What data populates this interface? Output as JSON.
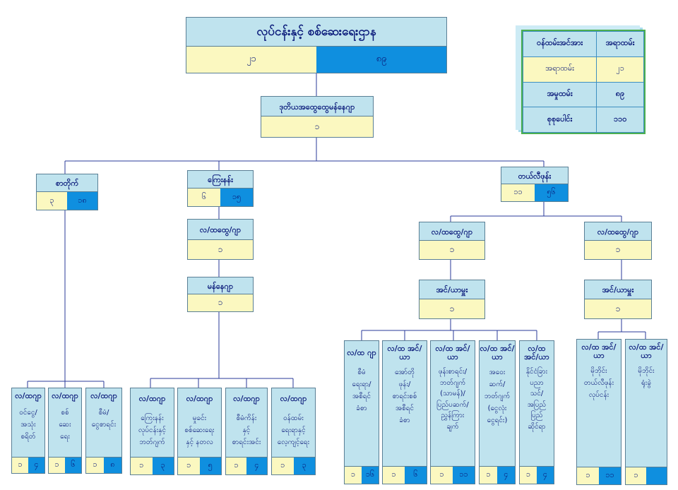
{
  "top": {
    "title": "လုပ်ငန်းနှင့် စစ်ဆေးရေးဌာန",
    "left": "၂၁",
    "right": "၈၉"
  },
  "legend": {
    "header": [
      "ဝန်ထမ်းအင်အား",
      "အရာထမ်း"
    ],
    "rows": [
      {
        "label": "အရာထမ်း",
        "value": "၂၁"
      },
      {
        "label": "အမှုထမ်း",
        "value": "၈၉"
      },
      {
        "label": "စုစုပေါင်း",
        "value": "၁၁၀"
      }
    ]
  },
  "nodes": {
    "deputy": {
      "label": "ဒုတိယအထွေထွေမန်နေဂျာ",
      "value": "၁"
    },
    "sa": {
      "label": "စာတိုက်",
      "a": "၃",
      "b": "၁၈"
    },
    "kyay": {
      "label": "ကြေးနန်း",
      "a": "၆",
      "b": "၁၅"
    },
    "tel": {
      "label": "တယ်လီဖုန်း",
      "a": "၁၁",
      "b": "၅၆"
    },
    "mgr1": {
      "label": "လ/ထထွေ/ဂျာ",
      "value": "၁"
    },
    "mgr2": {
      "label": "မန်နေဂျာ",
      "value": "၁"
    },
    "mgr3": {
      "label": "လ/ထထွေ/ဂျာ",
      "value": "၁"
    },
    "mgr4": {
      "label": "လ/ထထွေ/ဂျာ",
      "value": "၁"
    },
    "eng1": {
      "label": "အင်/ယာမှူး",
      "value": "၁"
    },
    "eng2": {
      "label": "အင်/ယာမှူး",
      "value": "၁"
    }
  },
  "leaves": [
    {
      "header": "လ/ထဂျာ",
      "body": [
        "ဝင်ငွေ/",
        "အသုံး",
        "စရိတ်"
      ],
      "a": "၁",
      "b": "၄"
    },
    {
      "header": "လ/ထဂျာ",
      "body": [
        "စစ်",
        "ဆေး",
        "ရေး"
      ],
      "a": "၁",
      "b": "၆"
    },
    {
      "header": "လ/ထဂျာ",
      "body": [
        "စီမံ/",
        "ငွေစာရင်း"
      ],
      "a": "၁",
      "b": "၈"
    },
    {
      "header": "လ/ထဂျာ",
      "body": [
        "ကြေးနန်း",
        "လုပ်ငန်းနှင့်",
        "ဘတ်ဂျက်"
      ],
      "a": "၁",
      "b": "၃"
    },
    {
      "header": "လ/ထဂျာ",
      "body": [
        "မှုခင်း",
        "စစ်ဆေးရေး",
        "နှင့် နတလ"
      ],
      "a": "၁",
      "b": "၅"
    },
    {
      "header": "လ/ထဂျာ",
      "body": [
        "စီမံကိန်း",
        "နှင့်",
        "စာရင်းအင်း"
      ],
      "a": "၁",
      "b": "၄"
    },
    {
      "header": "လ/ထဂျာ",
      "body": [
        "ဝန်ထမ်း",
        "ရေးရာနှင့်",
        "လေ့ကျင့်ရေး"
      ],
      "a": "၁",
      "b": "၃"
    },
    {
      "header": "လ/ထ ဂျာ",
      "body": [
        "စီမံ",
        "ရေးရာ/",
        "အစီရင်",
        "ခံစာ"
      ],
      "a": "၁",
      "b": "၁၆"
    },
    {
      "header": "လ/ထ အင်/ယာ",
      "body": [
        "အော်တို",
        "ဖုန်း/",
        "စာရင်းစစ်",
        "အစီရင်",
        "ခံစာ"
      ],
      "a": "၁",
      "b": "၆"
    },
    {
      "header": "လ/ထ အင်/ယာ",
      "body": [
        "ဖုန်းစာရင်း/",
        "ဘတ်ဂျက်",
        "(သာမန်)/",
        "ပြည်ပဆက်/",
        "ညွှန်ကြား",
        "ချက်"
      ],
      "a": "၁",
      "b": "၁၁"
    },
    {
      "header": "လ/ထ အင်/ယာ",
      "body": [
        "အဝေး",
        "ဆက်/",
        "ဘတ်ဂျက်",
        "(ငွေလုံး",
        "ငွေရင်း)"
      ],
      "a": "၁",
      "b": "၄"
    },
    {
      "header": "လ/ထ အင်/ယာ",
      "body": [
        "နိုင်ငံခြား",
        "ပညာ",
        "သင်/",
        "အပြည်",
        "ပြည်",
        "ဆိုင်ရာ"
      ],
      "a": "၁",
      "b": "၄"
    },
    {
      "header": "လ/ထ အင်/ယာ",
      "body": [
        "မိုဘိုင်း",
        "တယ်လီဖုန်း",
        "လုပ်ငန်း"
      ],
      "a": "၁",
      "b": "၁၁"
    },
    {
      "header": "လ/ထ အင်/ယာ",
      "body": [
        "မိုဘိုင်း",
        "ရုံးခွဲ"
      ],
      "a": "၁",
      "b": ""
    }
  ]
}
